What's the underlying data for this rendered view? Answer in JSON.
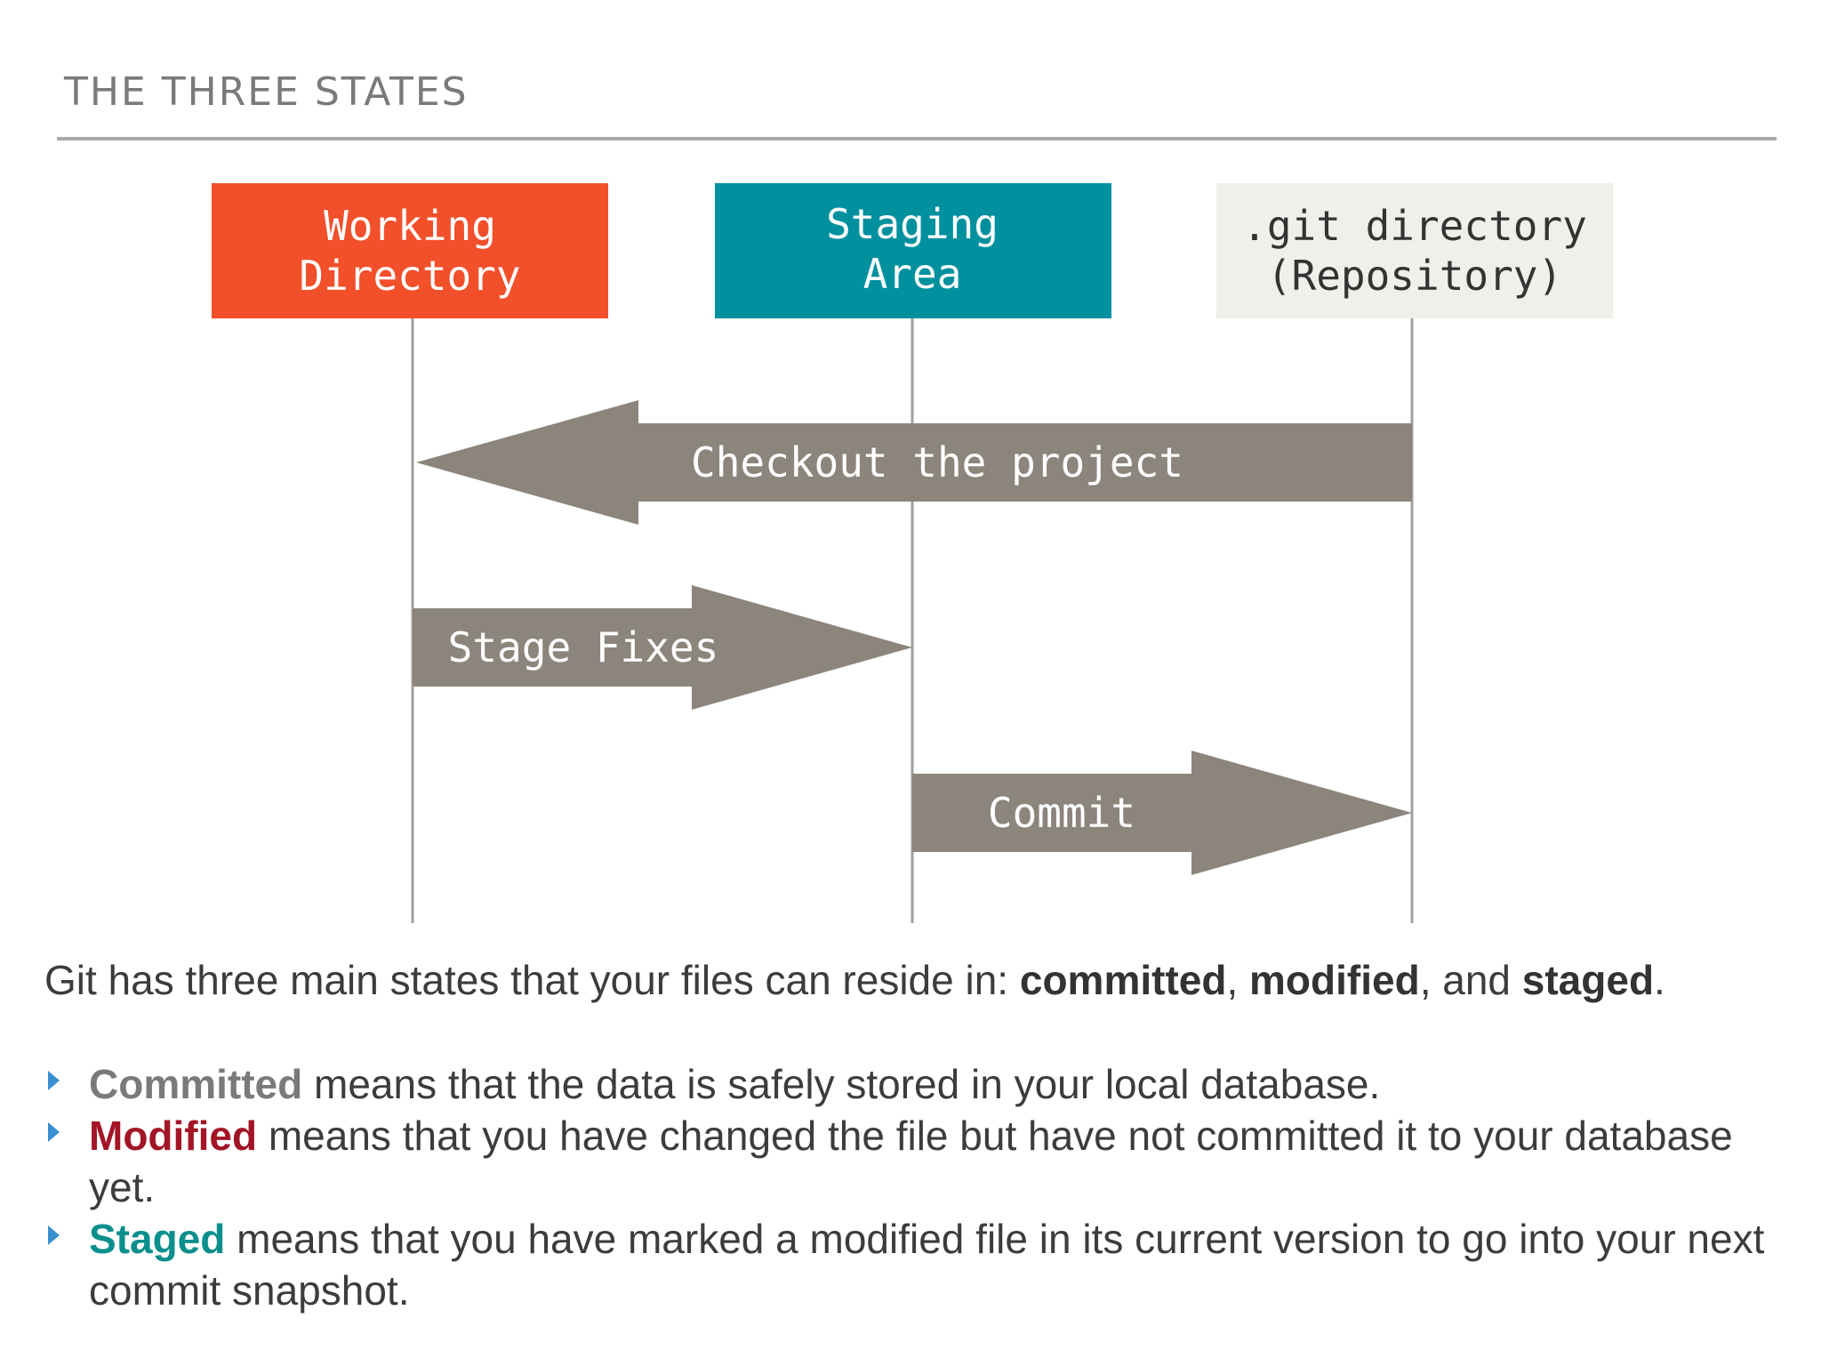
{
  "slide": {
    "title": "THE THREE STATES"
  },
  "diagram": {
    "boxes": [
      {
        "line1": "Working",
        "line2": "Directory",
        "color": "#f24f2b",
        "text_color": "#ffffff"
      },
      {
        "line1": "Staging",
        "line2": "Area",
        "color": "#00909e",
        "text_color": "#ffffff"
      },
      {
        "line1": ".git directory",
        "line2": "(Repository)",
        "color": "#f0efea",
        "text_color": "#333333"
      }
    ],
    "arrows": [
      {
        "label": "Checkout the project",
        "from": ".git directory",
        "to": "Working Directory"
      },
      {
        "label": "Stage Fixes",
        "from": "Working Directory",
        "to": "Staging Area"
      },
      {
        "label": "Commit",
        "from": "Staging Area",
        "to": ".git directory"
      }
    ],
    "arrow_color": "#8c857b",
    "lifeline_color": "#a0a0a0"
  },
  "intro": {
    "text": "Git has three main states that your files can reside in: ",
    "term1": "committed",
    "sep1": ", ",
    "term2": "modified",
    "sep2": ", and ",
    "term3": "staged",
    "end": "."
  },
  "bullets": [
    {
      "term": "Committed",
      "term_color": "#7a7a7a",
      "text": " means that the data is safely stored in your local database."
    },
    {
      "term": "Modified",
      "term_color": "#a31526",
      "text": " means that you have changed the file but have not committed it to your database yet."
    },
    {
      "term": "Staged",
      "term_color": "#0b8f8c",
      "text": " means that you have marked a modified file in its current version to go into your next commit snapshot."
    }
  ],
  "bullet_icon_color": "#3a8fd0"
}
